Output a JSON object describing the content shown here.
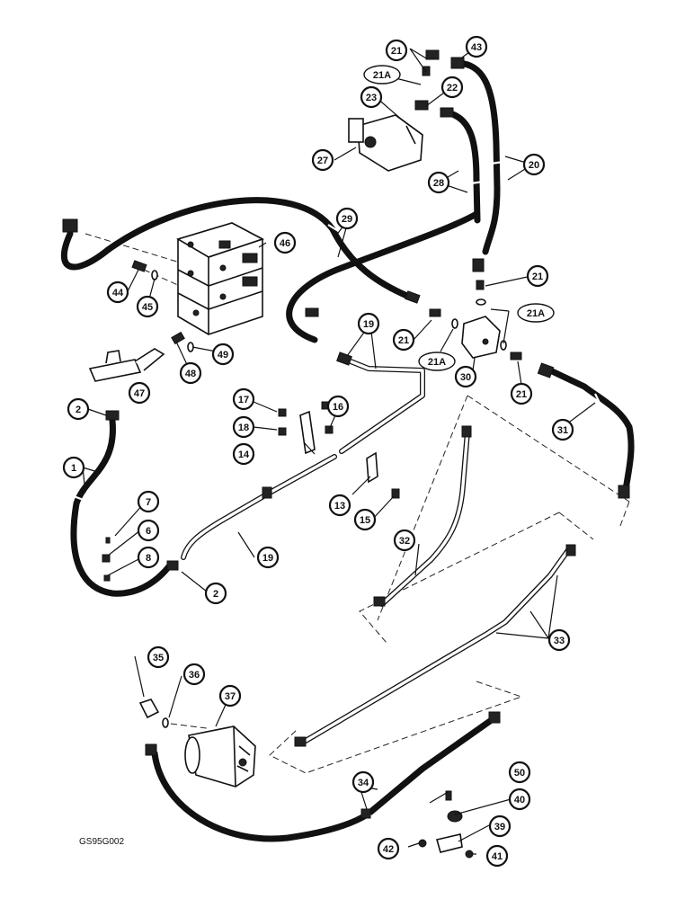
{
  "diagram": {
    "reference": "GS95G002",
    "callouts": [
      "1",
      "2",
      "2",
      "6",
      "7",
      "8",
      "13",
      "14",
      "15",
      "16",
      "17",
      "18",
      "19",
      "19",
      "20",
      "21",
      "21",
      "21",
      "21",
      "21A",
      "21A",
      "21A",
      "22",
      "23",
      "27",
      "28",
      "29",
      "30",
      "31",
      "32",
      "33",
      "34",
      "35",
      "36",
      "37",
      "39",
      "40",
      "41",
      "42",
      "43",
      "44",
      "45",
      "46",
      "47",
      "48",
      "49",
      "50"
    ]
  }
}
